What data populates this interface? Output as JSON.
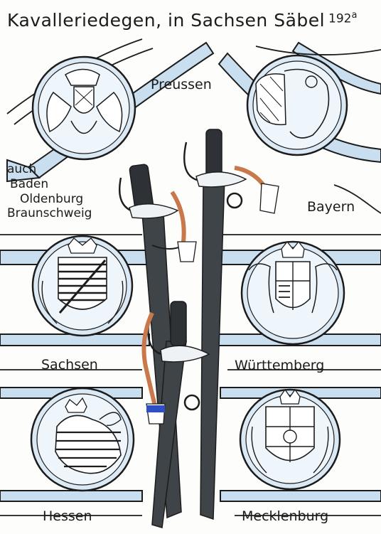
{
  "title": "Kavalleriedegen, in Sachsen Säbel",
  "plate_number": "192",
  "plate_suffix": "a",
  "emblems": {
    "preussen": "Preussen",
    "bayern": "Bayern",
    "sachsen": "Sachsen",
    "wuerttemberg": "Württemberg",
    "hessen": "Hessen",
    "mecklenburg": "Mecklenburg"
  },
  "also": [
    "auch",
    "Baden",
    "Oldenburg",
    "Braunschweig"
  ],
  "colors": {
    "ink": "#1c1c1c",
    "wash": "#c9dff0",
    "scabbard": "#3e4448",
    "leather": "#c8784a",
    "tassel_blue": "#2f4fc4",
    "paper": "#fdfdfb"
  }
}
